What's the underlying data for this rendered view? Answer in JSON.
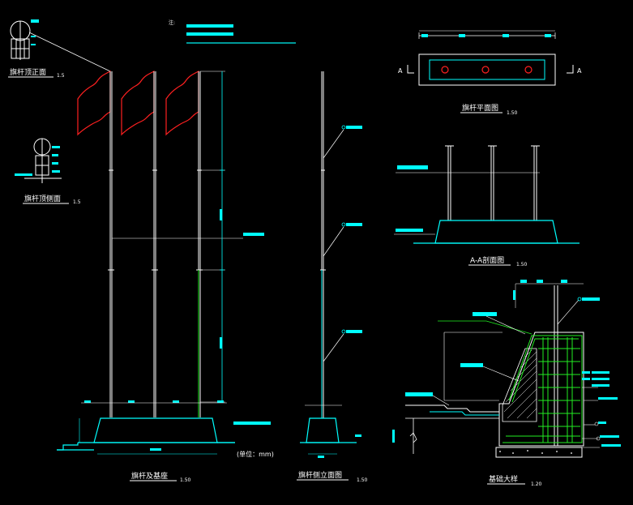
{
  "labels": {
    "top_front": "旗杆顶正面",
    "top_front_scale": "1.5",
    "top_side": "旗杆顶侧面",
    "top_side_scale": "1.5",
    "pole_base": "旗杆及基座",
    "pole_base_scale": "1.50",
    "unit": "(单位：mm)",
    "side_elev": "旗杆侧立面图",
    "side_elev_scale": "1.50",
    "plan": "旗杆平面图",
    "plan_scale": "1.50",
    "section": "A-A剖面图",
    "section_scale": "1.50",
    "foundation": "基础大样",
    "foundation_scale": "1.20",
    "section_mark_left": "A",
    "section_mark_right": "A",
    "note_head": "注:"
  },
  "colors": {
    "background": "#000000",
    "line": "#ffffff",
    "dimension": "#00ffff",
    "flag": "#ff2020",
    "rebar": "#22ee22",
    "title_underline": "#ffffff"
  }
}
